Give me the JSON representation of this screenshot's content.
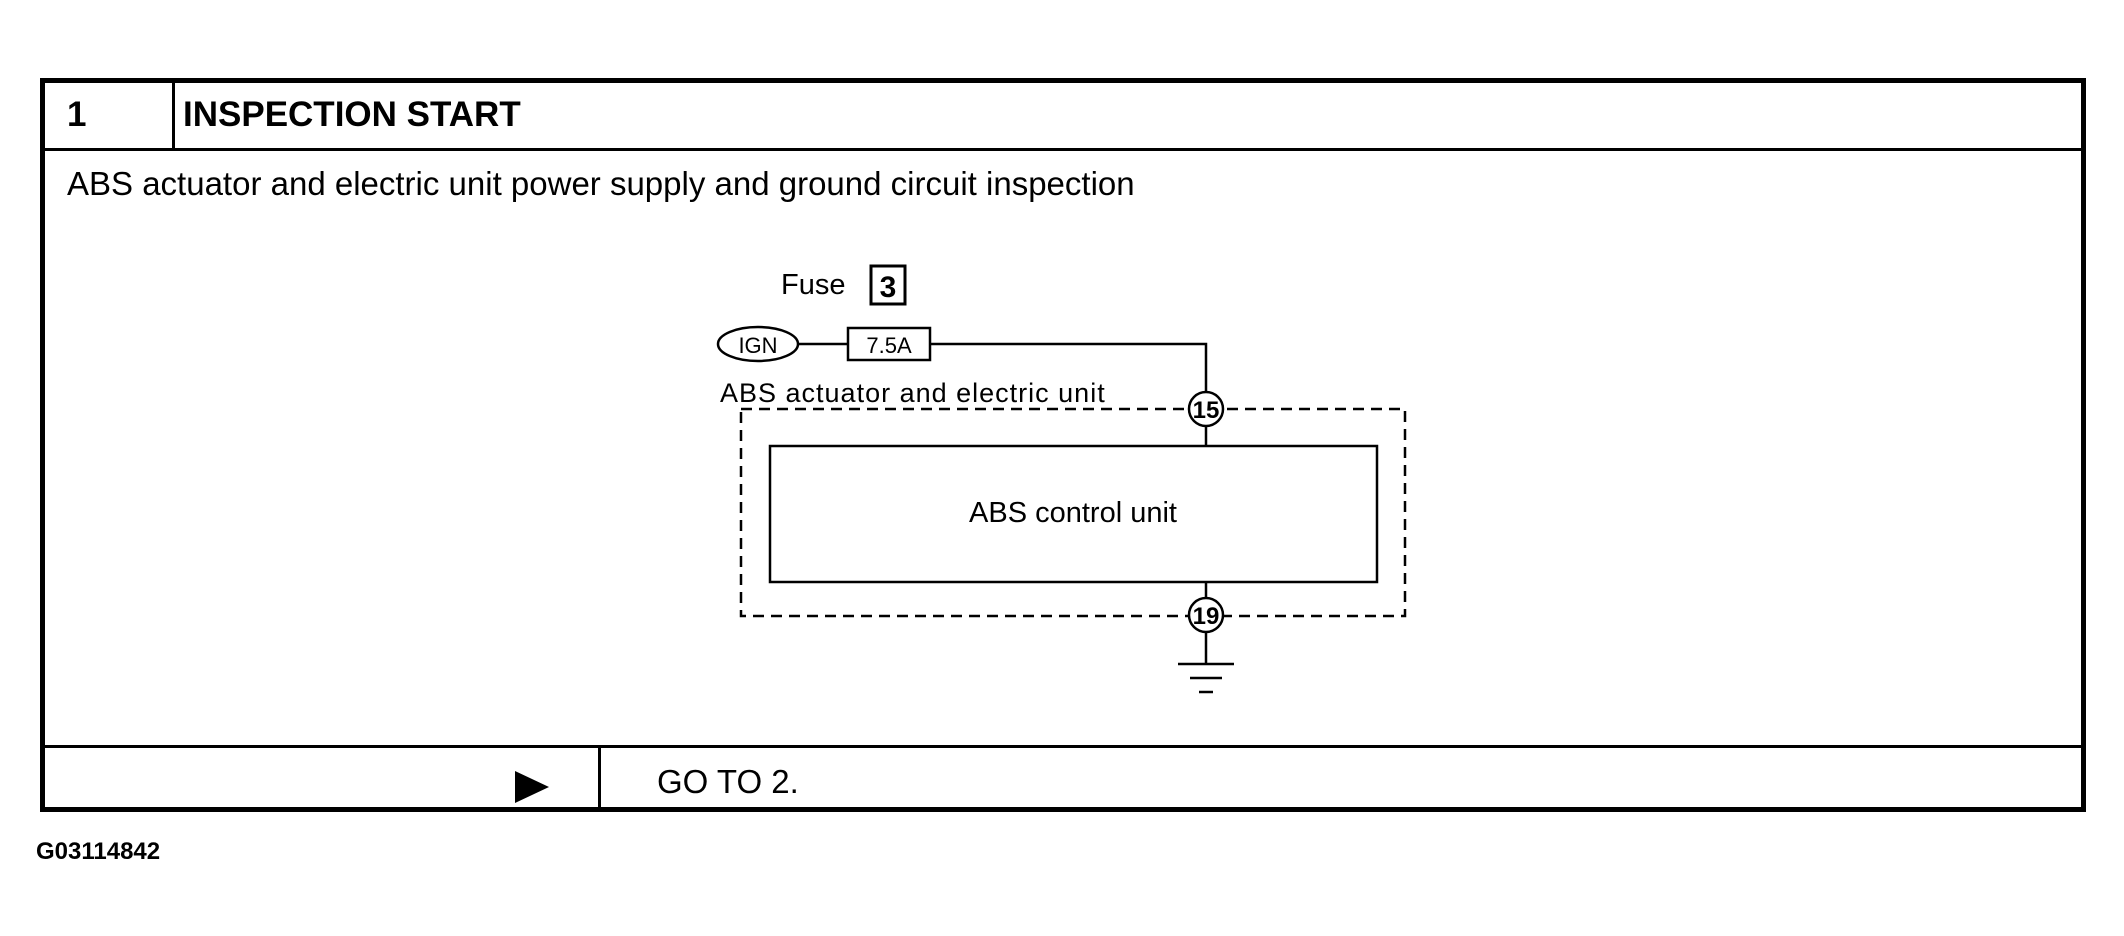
{
  "step": {
    "number": "1",
    "title": "INSPECTION START",
    "description": "ABS actuator and electric unit power supply and ground circuit inspection"
  },
  "diagram": {
    "fuse_label": "Fuse",
    "fuse_number": "3",
    "ign_label": "IGN",
    "fuse_rating": "7.5A",
    "unit_label": "ABS actuator and electric unit",
    "control_unit_label": "ABS control unit",
    "terminal_power": "15",
    "terminal_ground": "19",
    "icons": [
      "arrow-right-icon",
      "ground-icon"
    ]
  },
  "action": {
    "label": "GO TO 2."
  },
  "figure_id": "G03114842"
}
